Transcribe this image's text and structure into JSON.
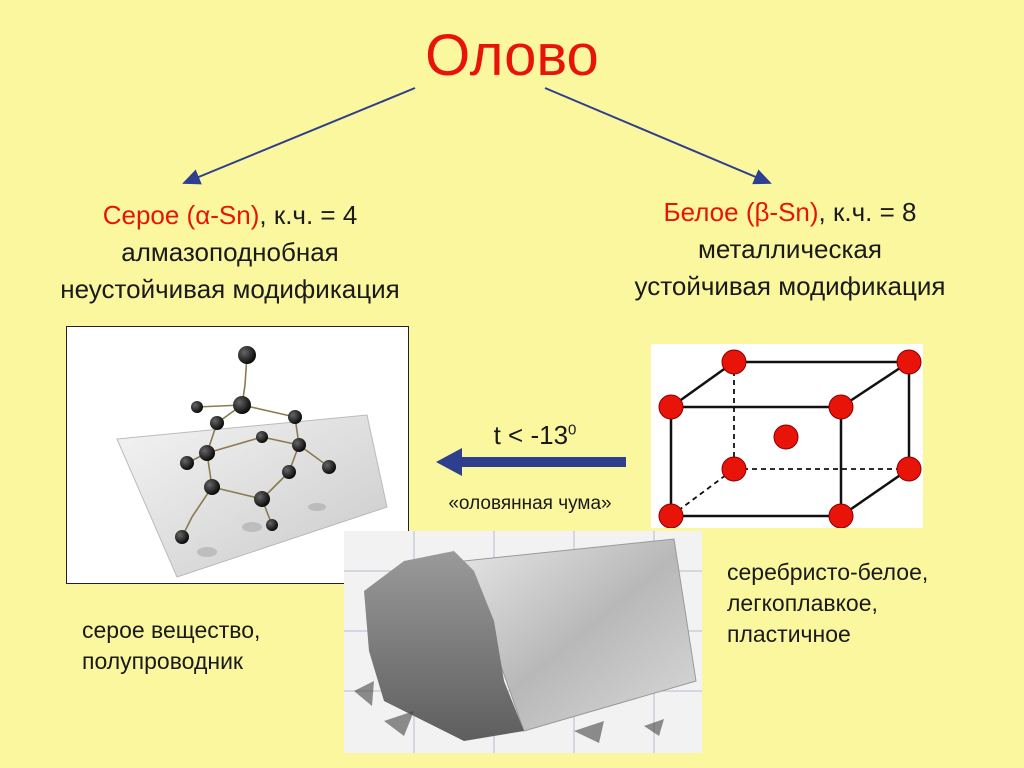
{
  "title": "Олово",
  "left": {
    "name": "Серое (α-Sn)",
    "cn": ", к.ч. = 4",
    "line2": "алмазоподнобная",
    "line3": "неустойчивая модификация"
  },
  "right": {
    "name": "Белое (β-Sn)",
    "cn": ", к.ч. = 8",
    "line2": "металлическая",
    "line3": "устойчивая модификация"
  },
  "transition": {
    "temp_base": "t < -13",
    "temp_sup": "0",
    "name": "«оловянная чума»"
  },
  "notes": {
    "left": [
      "серое вещество,",
      "полупроводник"
    ],
    "right": [
      "серебристо-белое,",
      "легкоплавкое,",
      "пластичное"
    ]
  },
  "colors": {
    "background": "#FAF79E",
    "accent": "#E8140A",
    "arrow_blue": "#2E3F8F",
    "atom_black": "#111111",
    "atom_red": "#E8140A"
  }
}
